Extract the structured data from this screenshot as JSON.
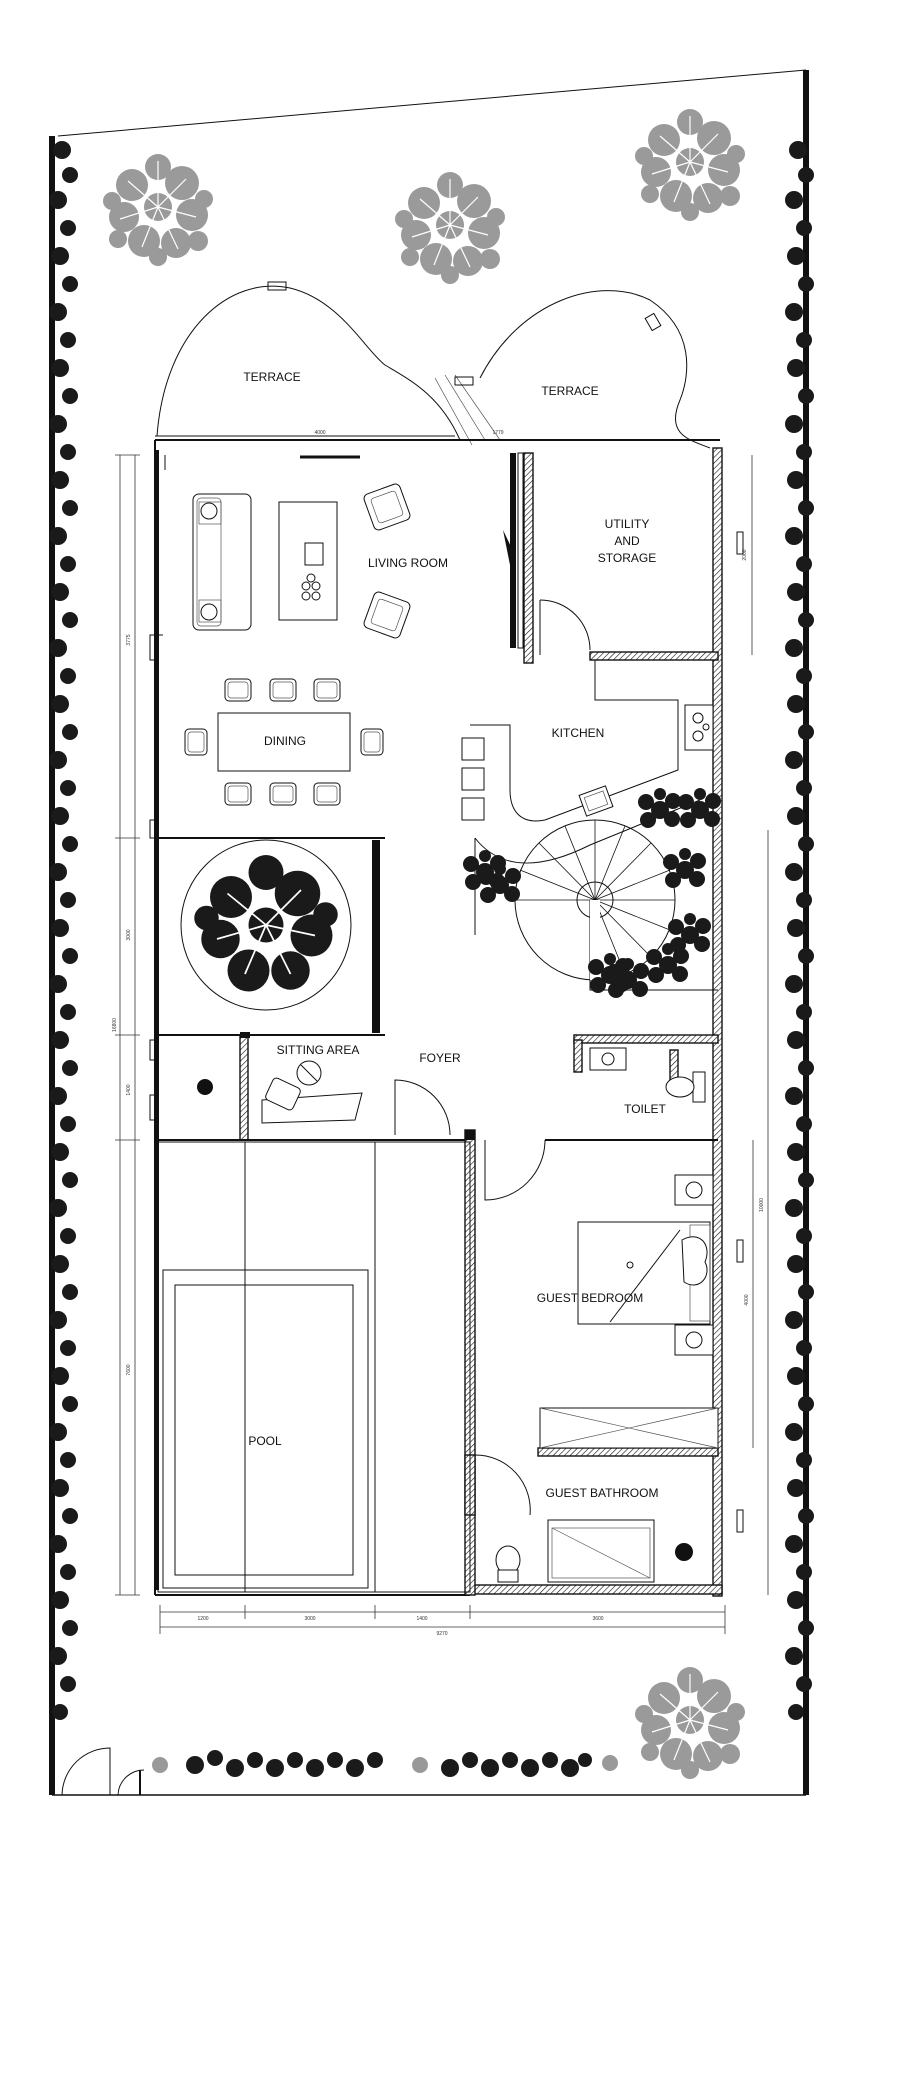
{
  "rooms": {
    "terrace_left": "TERRACE",
    "terrace_right": "TERRACE",
    "utility": [
      "UTILITY",
      "AND",
      "STORAGE"
    ],
    "living_room": "LIVING ROOM",
    "dining": "DINING",
    "kitchen": "KITCHEN",
    "sitting_area": "SITTING AREA",
    "foyer": "FOYER",
    "toilet": "TOILET",
    "guest_bedroom": "GUEST BEDROOM",
    "pool": "POOL",
    "guest_bathroom": "GUEST BATHROOM"
  },
  "dimensions": {
    "terrace_left_width": "4000",
    "terrace_right_width": "1779",
    "utility_height": "2000",
    "living_height": "3775",
    "middle_height": "3000",
    "sitting_height": "1400",
    "pool_height": "7600",
    "total_height": "16800",
    "right_lower_height": "10000",
    "bedroom_height": "4000",
    "bottom_segment_1": "1200",
    "bottom_segment_2": "3000",
    "bottom_segment_3": "1400",
    "bottom_segment_4": "3600",
    "total_width": "9270"
  },
  "colors": {
    "line": "#111111",
    "tree": "#999999",
    "hedge": "#1a1a1a"
  }
}
